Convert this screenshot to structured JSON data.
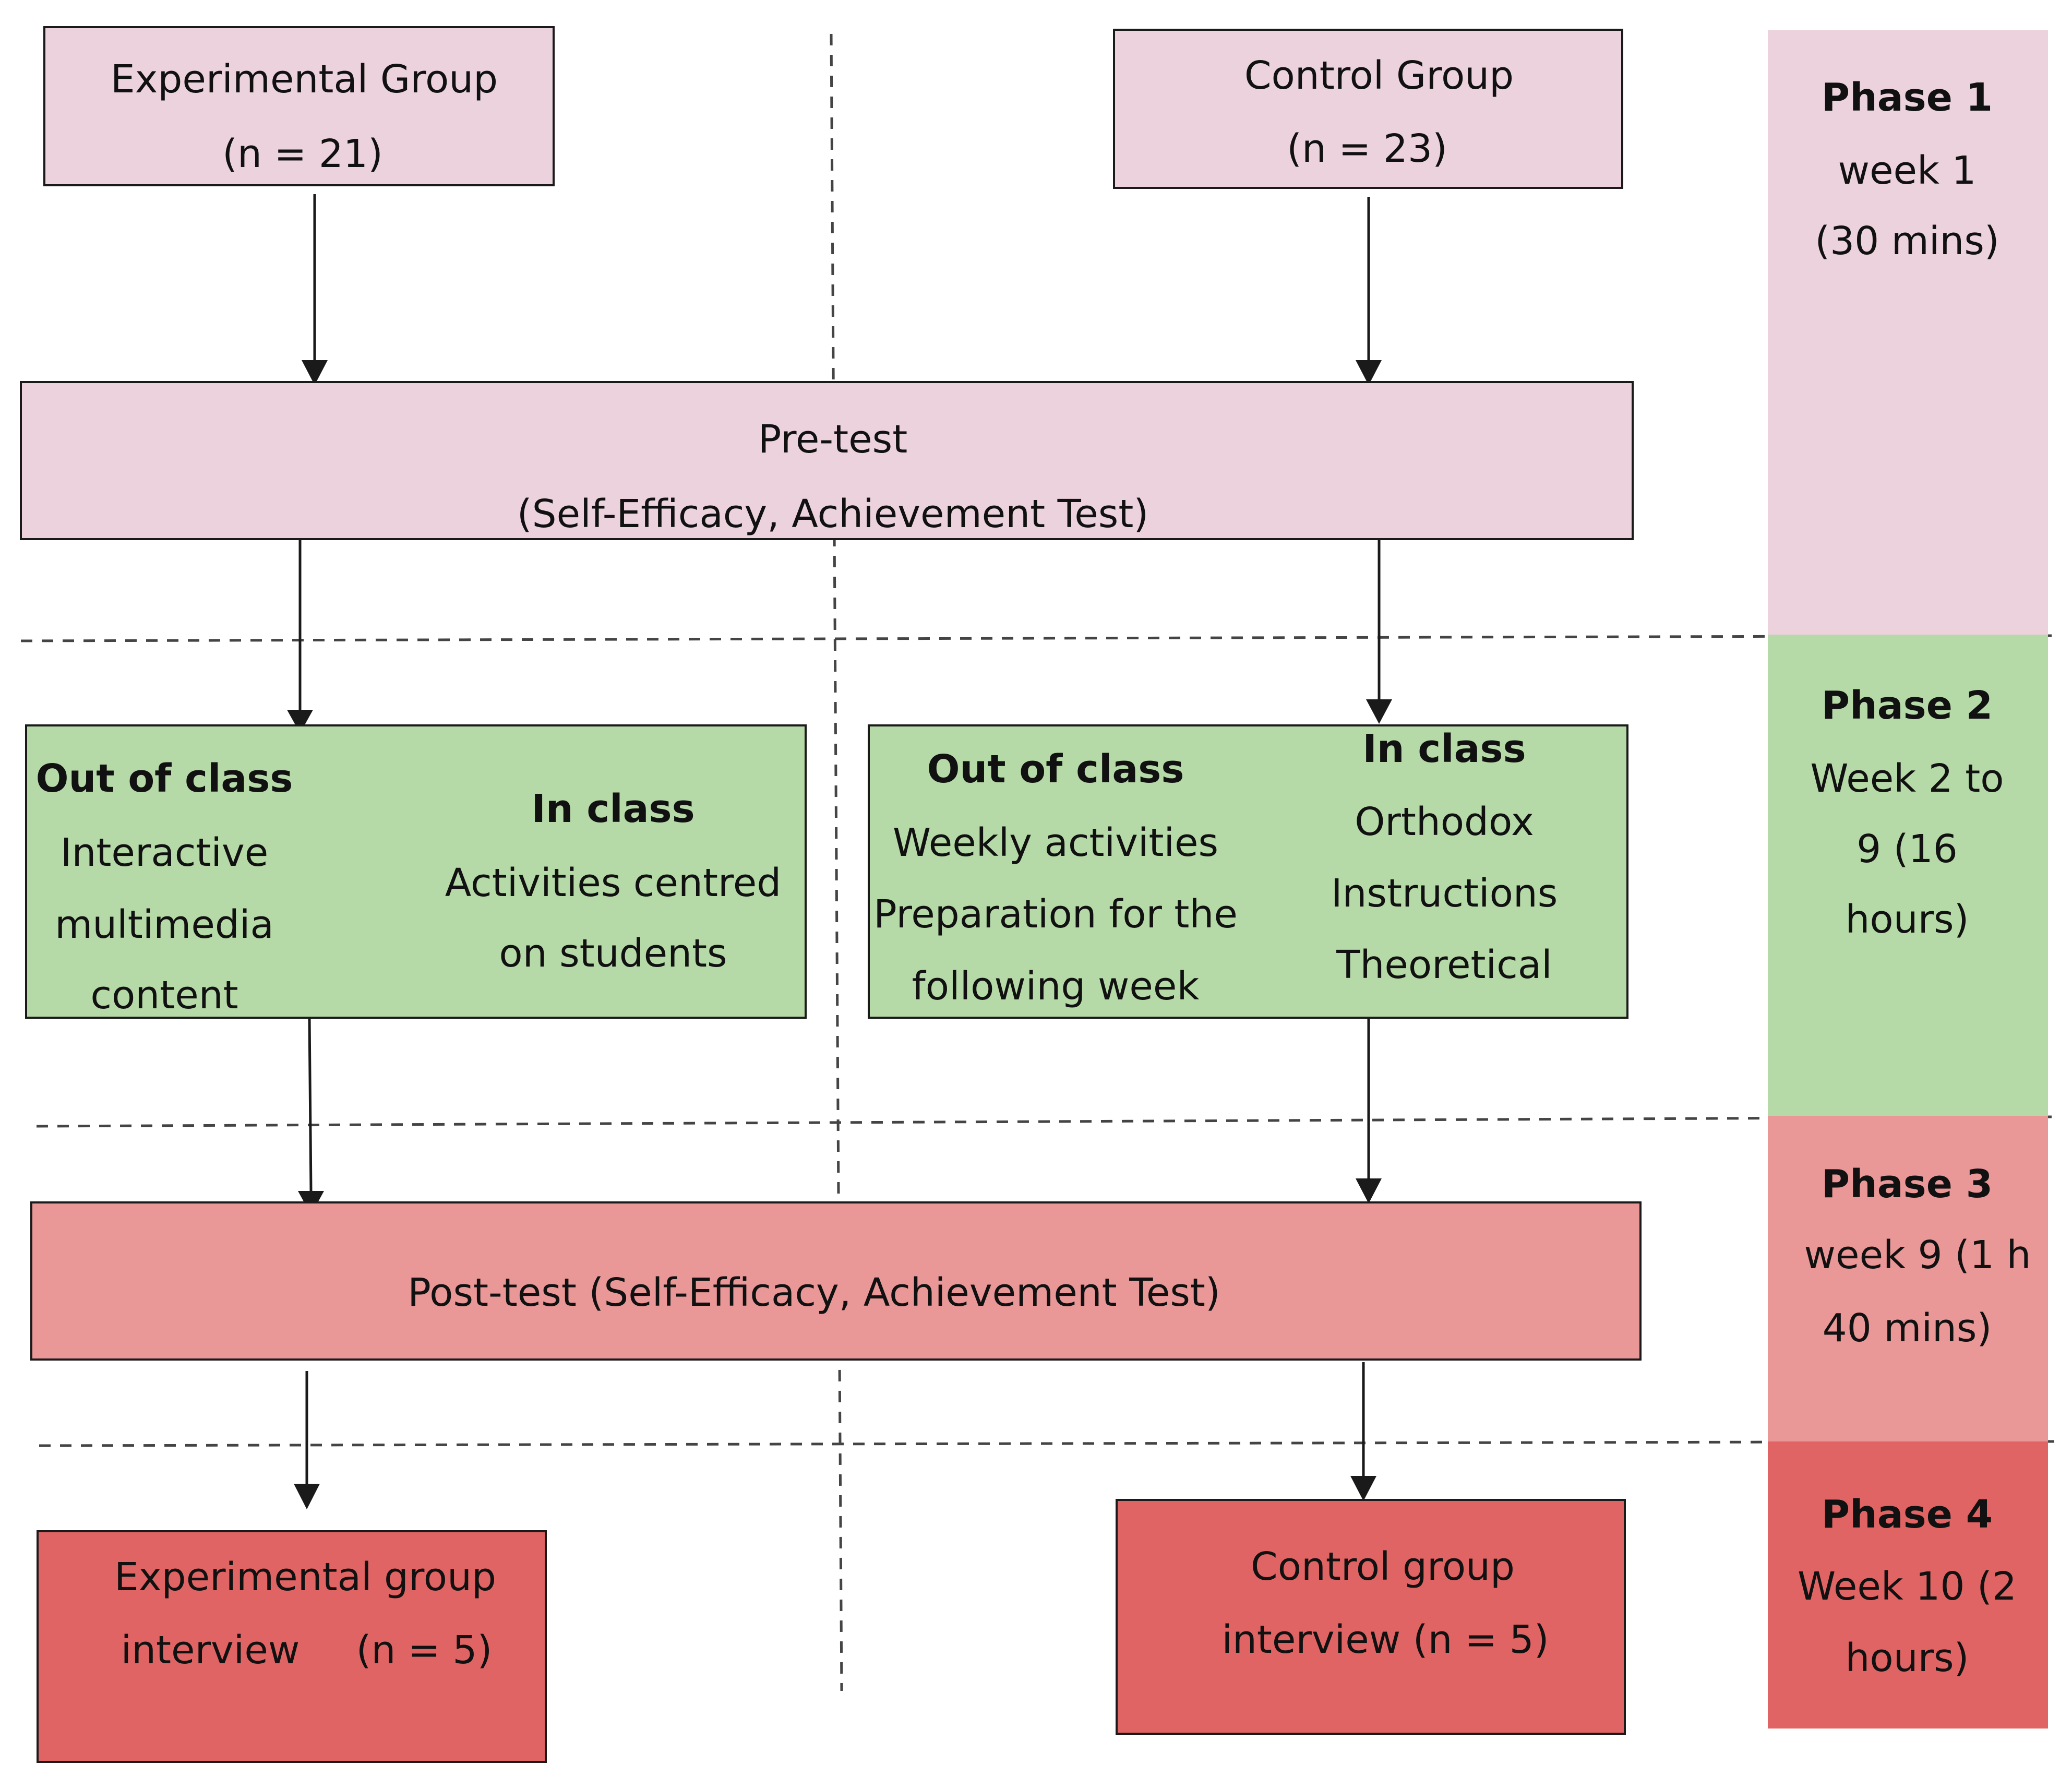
{
  "colors": {
    "phase1": "#ecd2dd",
    "phase2": "#b6d9a8",
    "phase3": "#e99797",
    "phase4": "#e06464",
    "line": "#1a1a1a",
    "dashed": "#444444"
  },
  "groups": {
    "experimental": {
      "title": "Experimental Group",
      "n": "(n = 21)"
    },
    "control": {
      "title": "Control Group",
      "n": "(n = 23)"
    }
  },
  "pretest": {
    "line1": "Pre-test",
    "line2": "(Self-Efficacy, Achievement Test)"
  },
  "experimental_intervention": {
    "out_heading": "Out of class",
    "out_lines": [
      "Interactive",
      "multimedia",
      "content"
    ],
    "in_heading": "In class",
    "in_lines": [
      "Activities centred",
      "on students"
    ]
  },
  "control_intervention": {
    "out_heading": "Out of class",
    "out_lines": [
      "Weekly activities",
      "Preparation  for the",
      "following week"
    ],
    "in_heading": "In class",
    "in_lines": [
      "Orthodox",
      "Instructions",
      "Theoretical"
    ]
  },
  "posttest": {
    "text": "Post-test  (Self-Efficacy, Achievement Test)"
  },
  "interviews": {
    "experimental": {
      "line1": "Experimental group",
      "line2a": "interview",
      "line2b": "(n = 5)"
    },
    "control": {
      "line1": "Control group",
      "line2": "interview  (n = 5)"
    }
  },
  "phases": [
    {
      "title": "Phase  1",
      "lines": [
        "week 1",
        "(30 mins)"
      ]
    },
    {
      "title": "Phase  2",
      "lines": [
        "Week 2 to",
        "9 (16",
        "hours)"
      ]
    },
    {
      "title": "Phase 3",
      "lines": [
        "week 9 (1 h",
        "40 mins)"
      ]
    },
    {
      "title": "Phase  4",
      "lines": [
        "Week 10 (2",
        "hours)"
      ]
    }
  ]
}
